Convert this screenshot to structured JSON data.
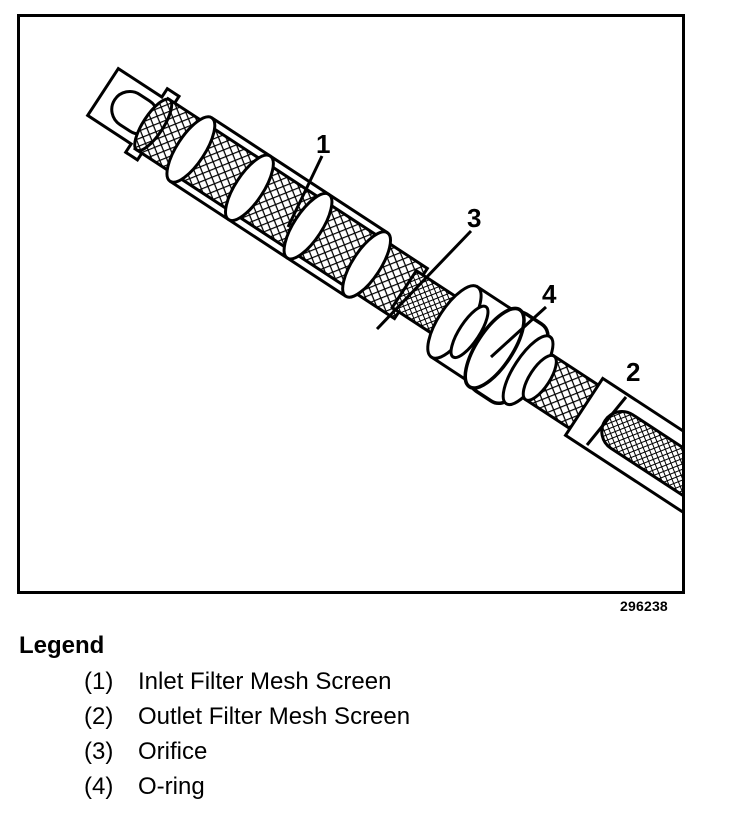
{
  "figure": {
    "number": "296238",
    "callouts": [
      "1",
      "2",
      "3",
      "4"
    ]
  },
  "legend": {
    "title": "Legend",
    "items": [
      {
        "num": "(1)",
        "label": "Inlet Filter Mesh Screen"
      },
      {
        "num": "(2)",
        "label": "Outlet Filter Mesh Screen"
      },
      {
        "num": "(3)",
        "label": "Orifice"
      },
      {
        "num": "(4)",
        "label": "O-ring"
      }
    ]
  }
}
